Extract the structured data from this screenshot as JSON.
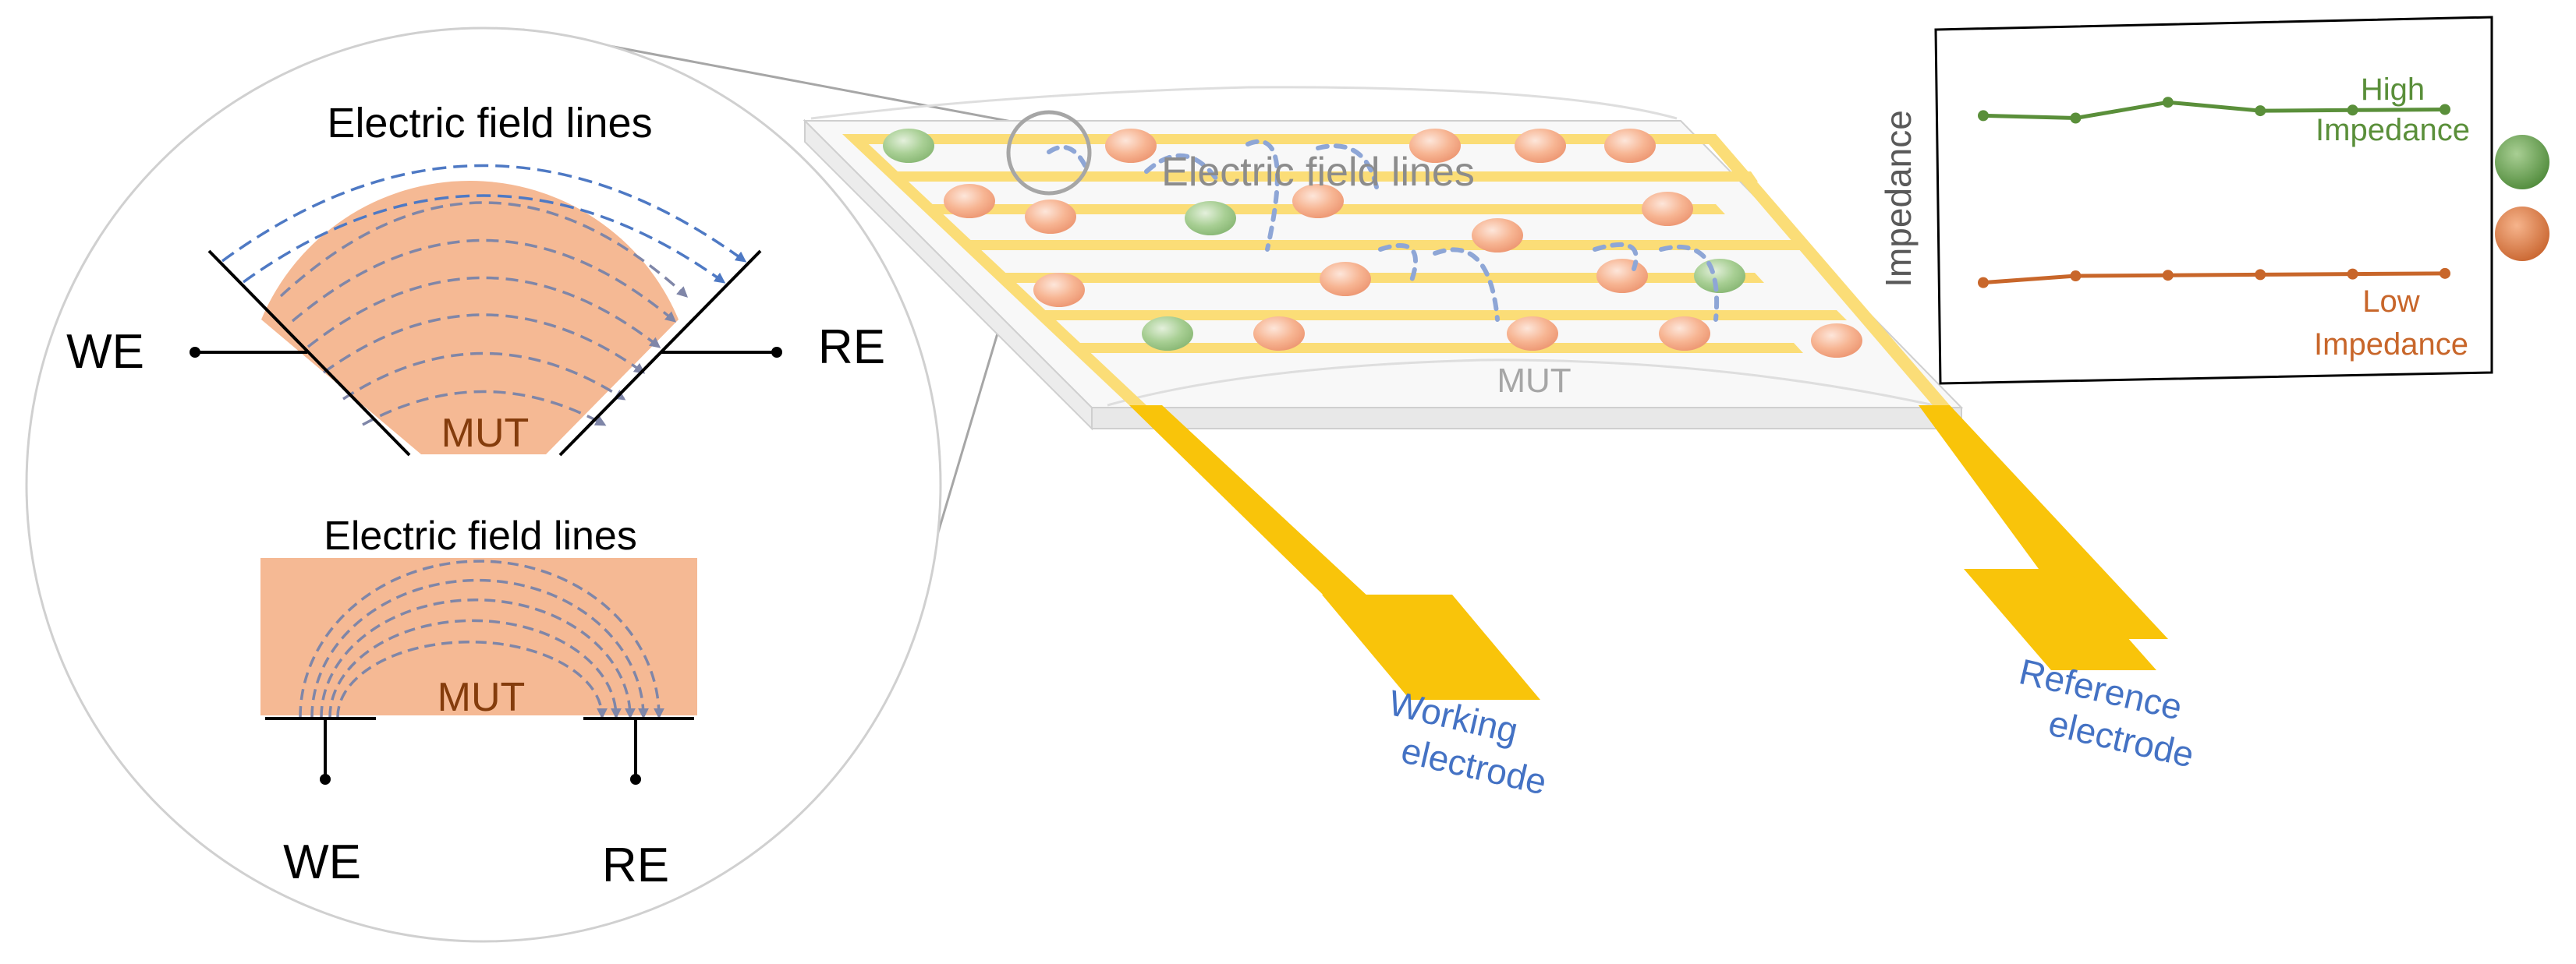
{
  "zoom_view": {
    "curved": {
      "title": "Electric field lines",
      "material": "MUT",
      "left_terminal": "WE",
      "right_terminal": "RE"
    },
    "planar": {
      "title": "Electric field lines",
      "material": "MUT",
      "left_terminal": "WE",
      "right_terminal": "RE"
    }
  },
  "sensor": {
    "field_label": "Electric field lines",
    "substrate_label": "MUT",
    "working_electrode": [
      "Working",
      "electrode"
    ],
    "reference_electrode": [
      "Reference",
      "electrode"
    ]
  },
  "chart_data": {
    "type": "line",
    "ylabel": "Impedance",
    "xlabel": "",
    "series": [
      {
        "name": "High Impedance",
        "label_lines": [
          "High",
          "Impedance"
        ],
        "color": "#5a8f3a",
        "values": [
          0.8,
          0.79,
          0.84,
          0.81,
          0.81,
          0.81
        ]
      },
      {
        "name": "Low Impedance",
        "label_lines": [
          "Low",
          "Impedance"
        ],
        "color": "#c8662a",
        "values": [
          0.25,
          0.27,
          0.27,
          0.27,
          0.27,
          0.27
        ]
      }
    ]
  },
  "colors": {
    "electrode": "#f9c40a",
    "electrode_light": "#fbe07f",
    "mut_fill": "#f5b994",
    "field_line": "#7f86a8",
    "blue_arc": "#4e79c4",
    "label_blue": "#4472c4",
    "high_particle": "#8fbf7a",
    "low_particle": "#f2a07a"
  }
}
